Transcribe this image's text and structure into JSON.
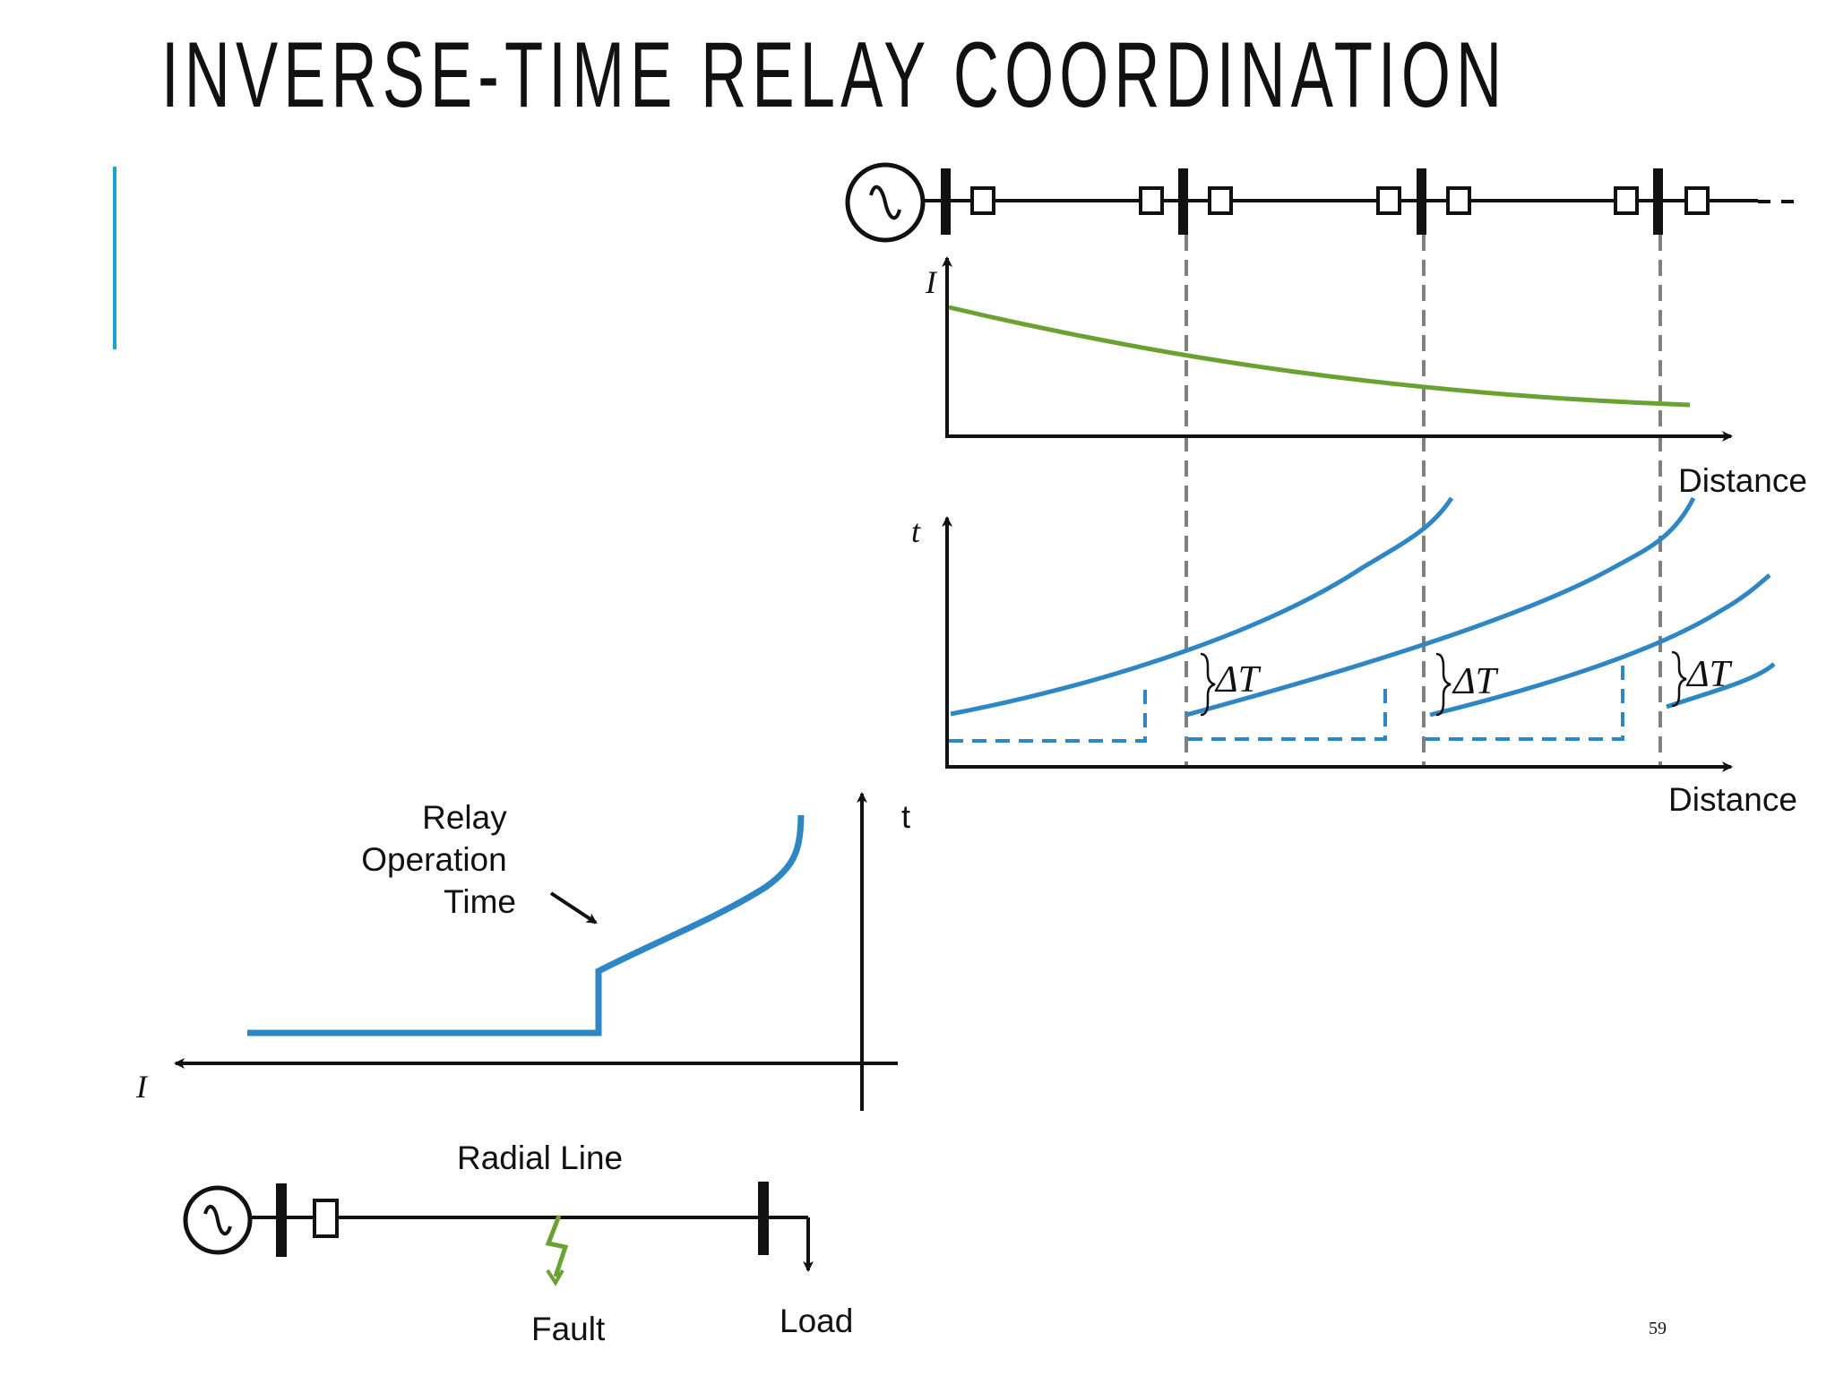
{
  "slide": {
    "title": "INVERSE-TIME RELAY COORDINATION",
    "page_number": "59",
    "accent_color": "#1ba1d3"
  },
  "colors": {
    "current_curve": "#6aa232",
    "relay_curve": "#2e86c4",
    "fault": "#6aa232",
    "guide": "#808080"
  },
  "top_diagram": {
    "current_axis_label": "I",
    "time_axis_label": "t",
    "current_plot_xlabel": "Distance",
    "time_plot_xlabel": "Distance",
    "margin_labels": [
      "ΔT",
      "ΔT",
      "ΔT"
    ]
  },
  "bottom_diagram": {
    "annotation": [
      "Relay",
      "Operation",
      "Time"
    ],
    "current_axis_label": "I",
    "time_axis_label": "t",
    "line_label": "Radial Line",
    "fault_label": "Fault",
    "load_label": "Load"
  }
}
